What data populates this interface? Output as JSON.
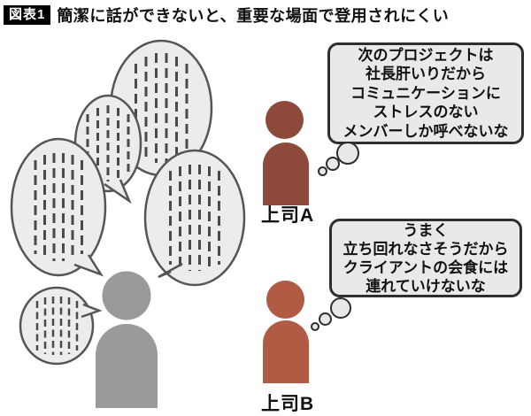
{
  "header": {
    "badge": "図表1",
    "title": "簡潔に話ができないと、重要な場面で登用されにくい"
  },
  "speaker": {
    "description": "gray person emitting many dash-filled speech bubbles (rambling talk)"
  },
  "boss_a": {
    "label": "上司A",
    "thought_lines": [
      "次のプロジェクトは",
      "社長肝いりだから",
      "コミュニケーションに",
      "ストレスのない",
      "メンバーしか呼べないな"
    ]
  },
  "boss_b": {
    "label": "上司B",
    "thought_lines": [
      "うまく",
      "立ち回れなさそうだから",
      "クライアントの会食には",
      "連れていけないな"
    ]
  },
  "colors": {
    "boss_a_fill": "#8d4a3a",
    "boss_b_fill": "#b25b44",
    "speaker_gray": "#9a9a9a",
    "speech_bubble_fill": "#ececec",
    "speech_bubble_border": "#555555",
    "dash_color": "#4a4a4a",
    "thought_bubble_fill": "#e9e9e9",
    "thought_bubble_border": "#2e2e2e",
    "badge_bg": "#000000",
    "badge_text": "#ffffff"
  }
}
